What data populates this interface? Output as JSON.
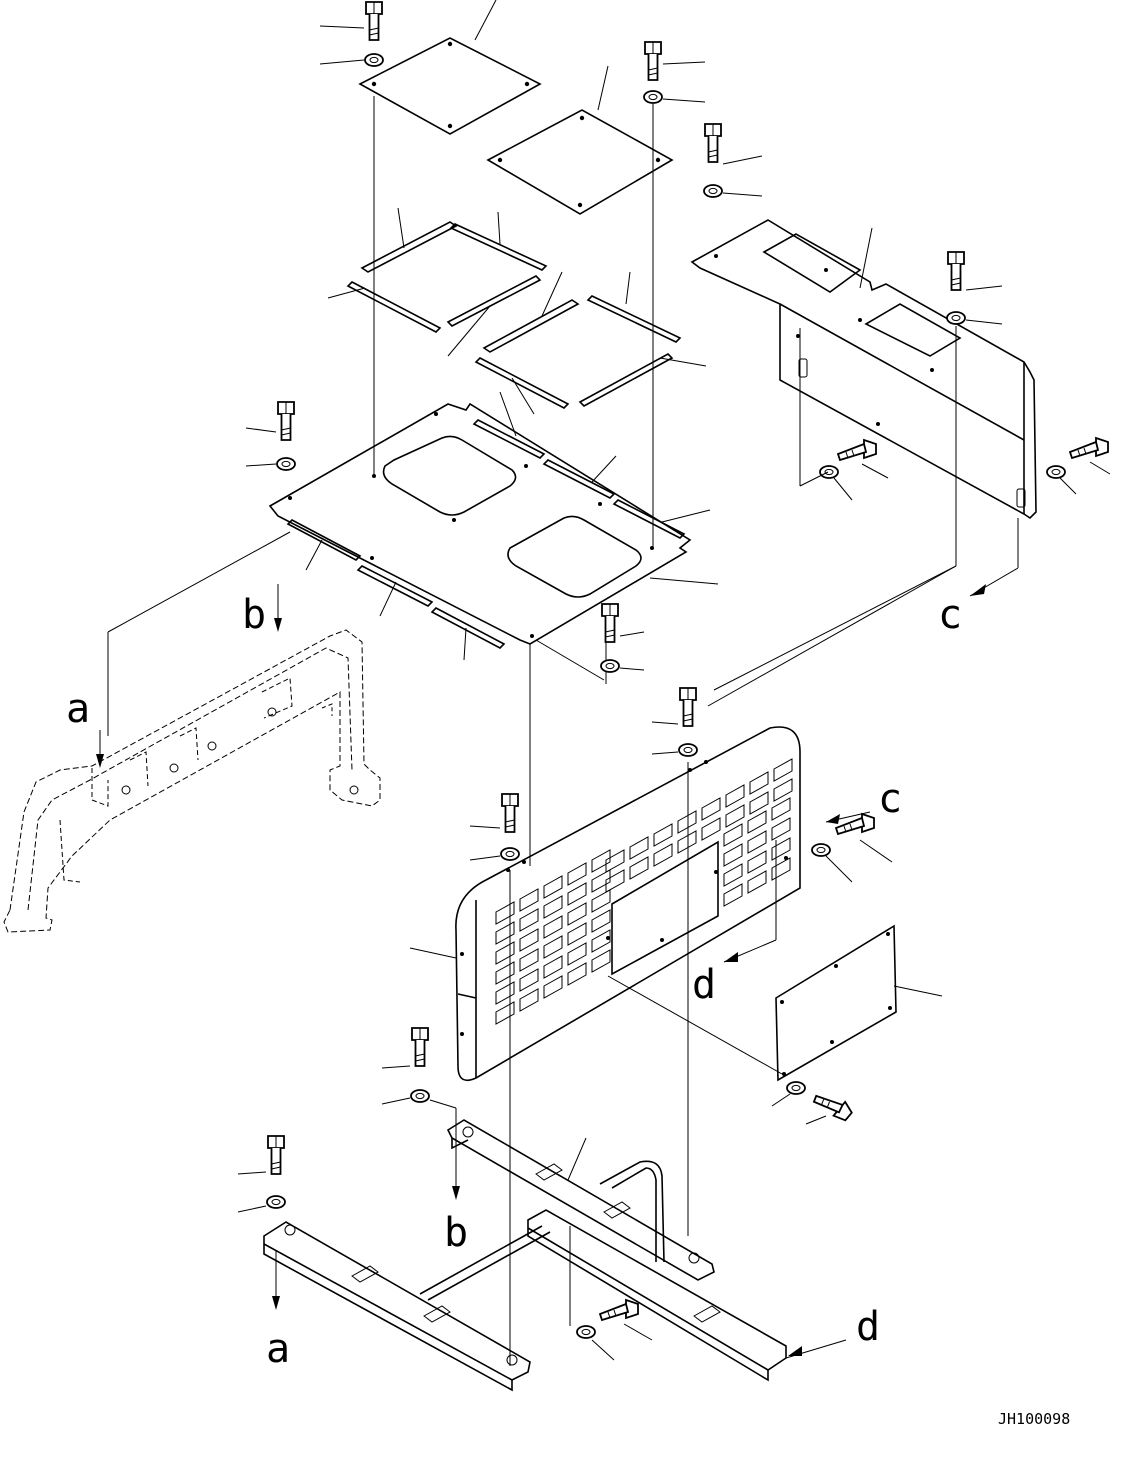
{
  "diagram": {
    "drawing_number": "JH100098",
    "labels": {
      "a": "a",
      "b": "b",
      "c": "c",
      "d": "d"
    }
  }
}
